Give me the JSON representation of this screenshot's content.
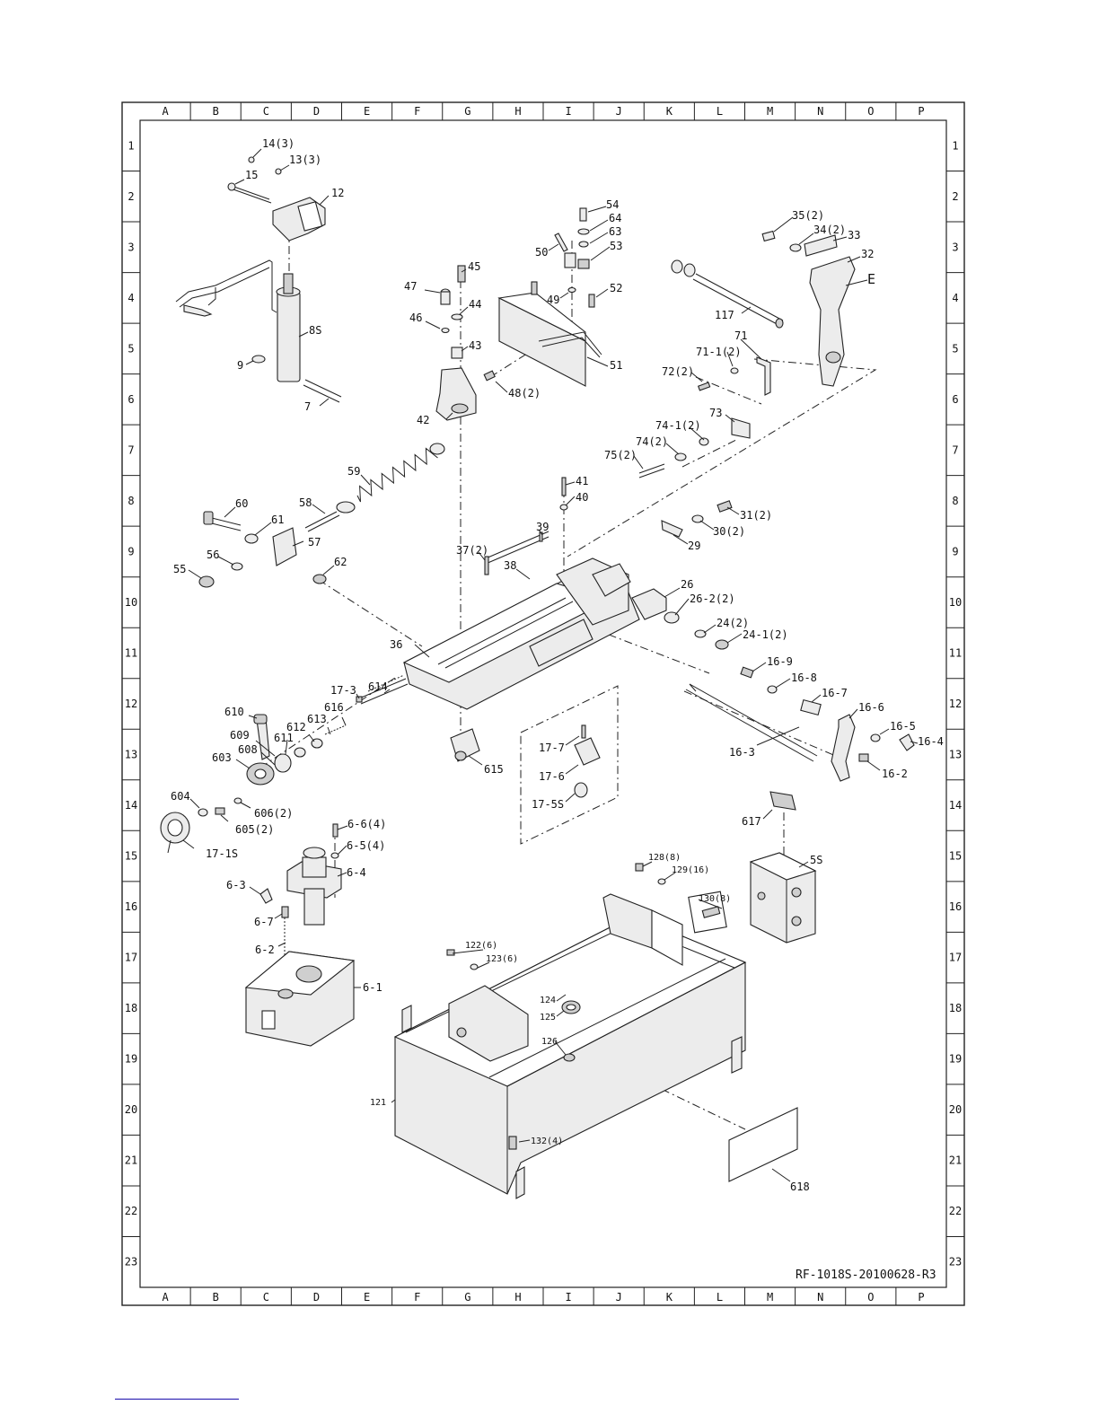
{
  "drawing": {
    "columns": [
      "A",
      "B",
      "C",
      "D",
      "E",
      "F",
      "G",
      "H",
      "I",
      "J",
      "K",
      "L",
      "M",
      "N",
      "O",
      "P"
    ],
    "rows": [
      "1",
      "2",
      "3",
      "4",
      "5",
      "6",
      "7",
      "8",
      "9",
      "10",
      "11",
      "12",
      "13",
      "14",
      "15",
      "16",
      "17",
      "18",
      "19",
      "20",
      "21",
      "22",
      "23"
    ],
    "drawing_number": "RF-1018S-20100628-R3"
  },
  "callouts": [
    {
      "id": "c1",
      "text": "14(3)"
    },
    {
      "id": "c2",
      "text": "13(3)"
    },
    {
      "id": "c3",
      "text": "15"
    },
    {
      "id": "c4",
      "text": "12"
    },
    {
      "id": "c5",
      "text": "8S"
    },
    {
      "id": "c6",
      "text": "9"
    },
    {
      "id": "c7",
      "text": "7"
    },
    {
      "id": "c8",
      "text": "47"
    },
    {
      "id": "c9",
      "text": "45"
    },
    {
      "id": "c10",
      "text": "46"
    },
    {
      "id": "c11",
      "text": "44"
    },
    {
      "id": "c12",
      "text": "43"
    },
    {
      "id": "c13",
      "text": "42"
    },
    {
      "id": "c14",
      "text": "48(2)"
    },
    {
      "id": "c15",
      "text": "54"
    },
    {
      "id": "c16",
      "text": "64"
    },
    {
      "id": "c17",
      "text": "63"
    },
    {
      "id": "c18",
      "text": "53"
    },
    {
      "id": "c19",
      "text": "50"
    },
    {
      "id": "c20",
      "text": "49"
    },
    {
      "id": "c21",
      "text": "52"
    },
    {
      "id": "c22",
      "text": "51"
    },
    {
      "id": "c23",
      "text": "35(2)"
    },
    {
      "id": "c24",
      "text": "34(2)"
    },
    {
      "id": "c25",
      "text": "33"
    },
    {
      "id": "c26",
      "text": "32"
    },
    {
      "id": "c27",
      "text": "E"
    },
    {
      "id": "c28",
      "text": "117"
    },
    {
      "id": "c29",
      "text": "71"
    },
    {
      "id": "c30",
      "text": "71-1(2)"
    },
    {
      "id": "c31",
      "text": "72(2)"
    },
    {
      "id": "c32",
      "text": "73"
    },
    {
      "id": "c33",
      "text": "74-1(2)"
    },
    {
      "id": "c34",
      "text": "74(2)"
    },
    {
      "id": "c35",
      "text": "75(2)"
    },
    {
      "id": "c36",
      "text": "59"
    },
    {
      "id": "c37",
      "text": "58"
    },
    {
      "id": "c38",
      "text": "60"
    },
    {
      "id": "c39",
      "text": "61"
    },
    {
      "id": "c40",
      "text": "57"
    },
    {
      "id": "c41",
      "text": "56"
    },
    {
      "id": "c42",
      "text": "55"
    },
    {
      "id": "c43",
      "text": "62"
    },
    {
      "id": "c44",
      "text": "41"
    },
    {
      "id": "c45",
      "text": "40"
    },
    {
      "id": "c46",
      "text": "39"
    },
    {
      "id": "c47",
      "text": "37(2)"
    },
    {
      "id": "c48",
      "text": "38"
    },
    {
      "id": "c49",
      "text": "31(2)"
    },
    {
      "id": "c50",
      "text": "30(2)"
    },
    {
      "id": "c51",
      "text": "29"
    },
    {
      "id": "c52",
      "text": "26"
    },
    {
      "id": "c53",
      "text": "26-2(2)"
    },
    {
      "id": "c54",
      "text": "24(2)"
    },
    {
      "id": "c55",
      "text": "24-1(2)"
    },
    {
      "id": "c56",
      "text": "36"
    },
    {
      "id": "c57",
      "text": "17-3"
    },
    {
      "id": "c58",
      "text": "614"
    },
    {
      "id": "c59",
      "text": "610"
    },
    {
      "id": "c60",
      "text": "616"
    },
    {
      "id": "c61",
      "text": "613"
    },
    {
      "id": "c62",
      "text": "612"
    },
    {
      "id": "c63",
      "text": "609"
    },
    {
      "id": "c64",
      "text": "611"
    },
    {
      "id": "c65",
      "text": "608"
    },
    {
      "id": "c66",
      "text": "603"
    },
    {
      "id": "c67",
      "text": "604"
    },
    {
      "id": "c68",
      "text": "606(2)"
    },
    {
      "id": "c69",
      "text": "605(2)"
    },
    {
      "id": "c70",
      "text": "17-1S"
    },
    {
      "id": "c71",
      "text": "615"
    },
    {
      "id": "c72",
      "text": "17-7"
    },
    {
      "id": "c73",
      "text": "17-6"
    },
    {
      "id": "c74",
      "text": "17-5S"
    },
    {
      "id": "c75",
      "text": "16-9"
    },
    {
      "id": "c76",
      "text": "16-8"
    },
    {
      "id": "c77",
      "text": "16-7"
    },
    {
      "id": "c78",
      "text": "16-6"
    },
    {
      "id": "c79",
      "text": "16-5"
    },
    {
      "id": "c80",
      "text": "16-4"
    },
    {
      "id": "c81",
      "text": "16-3"
    },
    {
      "id": "c82",
      "text": "16-2"
    },
    {
      "id": "c83",
      "text": "6-6(4)"
    },
    {
      "id": "c84",
      "text": "6-5(4)"
    },
    {
      "id": "c85",
      "text": "6-4"
    },
    {
      "id": "c86",
      "text": "6-3"
    },
    {
      "id": "c87",
      "text": "6-7"
    },
    {
      "id": "c88",
      "text": "6-2"
    },
    {
      "id": "c89",
      "text": "6-1"
    },
    {
      "id": "c90",
      "text": "617"
    },
    {
      "id": "c91",
      "text": "5S"
    },
    {
      "id": "c92",
      "text": "128(8)"
    },
    {
      "id": "c93",
      "text": "129(16)"
    },
    {
      "id": "c94",
      "text": "130(8)"
    },
    {
      "id": "c95",
      "text": "122(6)"
    },
    {
      "id": "c96",
      "text": "123(6)"
    },
    {
      "id": "c97",
      "text": "124"
    },
    {
      "id": "c98",
      "text": "125"
    },
    {
      "id": "c99",
      "text": "126"
    },
    {
      "id": "c100",
      "text": "121"
    },
    {
      "id": "c101",
      "text": "132(4)"
    },
    {
      "id": "c102",
      "text": "618"
    }
  ]
}
